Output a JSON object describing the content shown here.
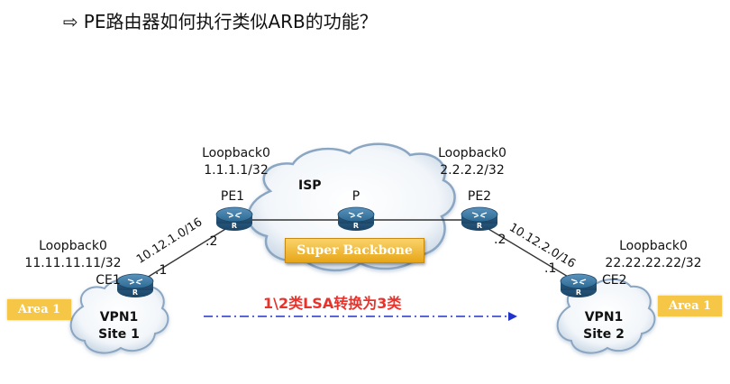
{
  "title": "PE路由器如何执行类似ARB的功能？",
  "title_icon": "arrow-outline-icon",
  "isp_label": "ISP",
  "routers": {
    "pe1": {
      "name": "PE1",
      "loopback": "Loopback0",
      "ip": "1.1.1.1/32"
    },
    "p": {
      "name": "P"
    },
    "pe2": {
      "name": "PE2",
      "loopback": "Loopback0",
      "ip": "2.2.2.2/32"
    },
    "ce1": {
      "name": "CE1",
      "loopback": "Loopback0",
      "ip": "11.11.11.11/32"
    },
    "ce2": {
      "name": "CE2",
      "loopback": "Loopback0",
      "ip": "22.22.22.22/32"
    }
  },
  "links": {
    "left": {
      "network": "10.12.1.0/16",
      "ce_end": ".1",
      "pe_end": ".2"
    },
    "right": {
      "network": "10.12.2.0/16",
      "ce_end": ".1",
      "pe_end": ".2"
    }
  },
  "super_backbone": "Super Backbone",
  "sites": {
    "site1": {
      "line1": "VPN1",
      "line2": "Site 1",
      "area": "Area 1"
    },
    "site2": {
      "line1": "VPN1",
      "line2": "Site 2",
      "area": "Area 1"
    }
  },
  "lsa_label": "1\\2类LSA转换为3类",
  "colors": {
    "router": "#2f6a93",
    "cloud": "#8ba6c2",
    "area": "#f6c646",
    "lsa_text": "#e8332c",
    "arrow": "#2233cc"
  }
}
